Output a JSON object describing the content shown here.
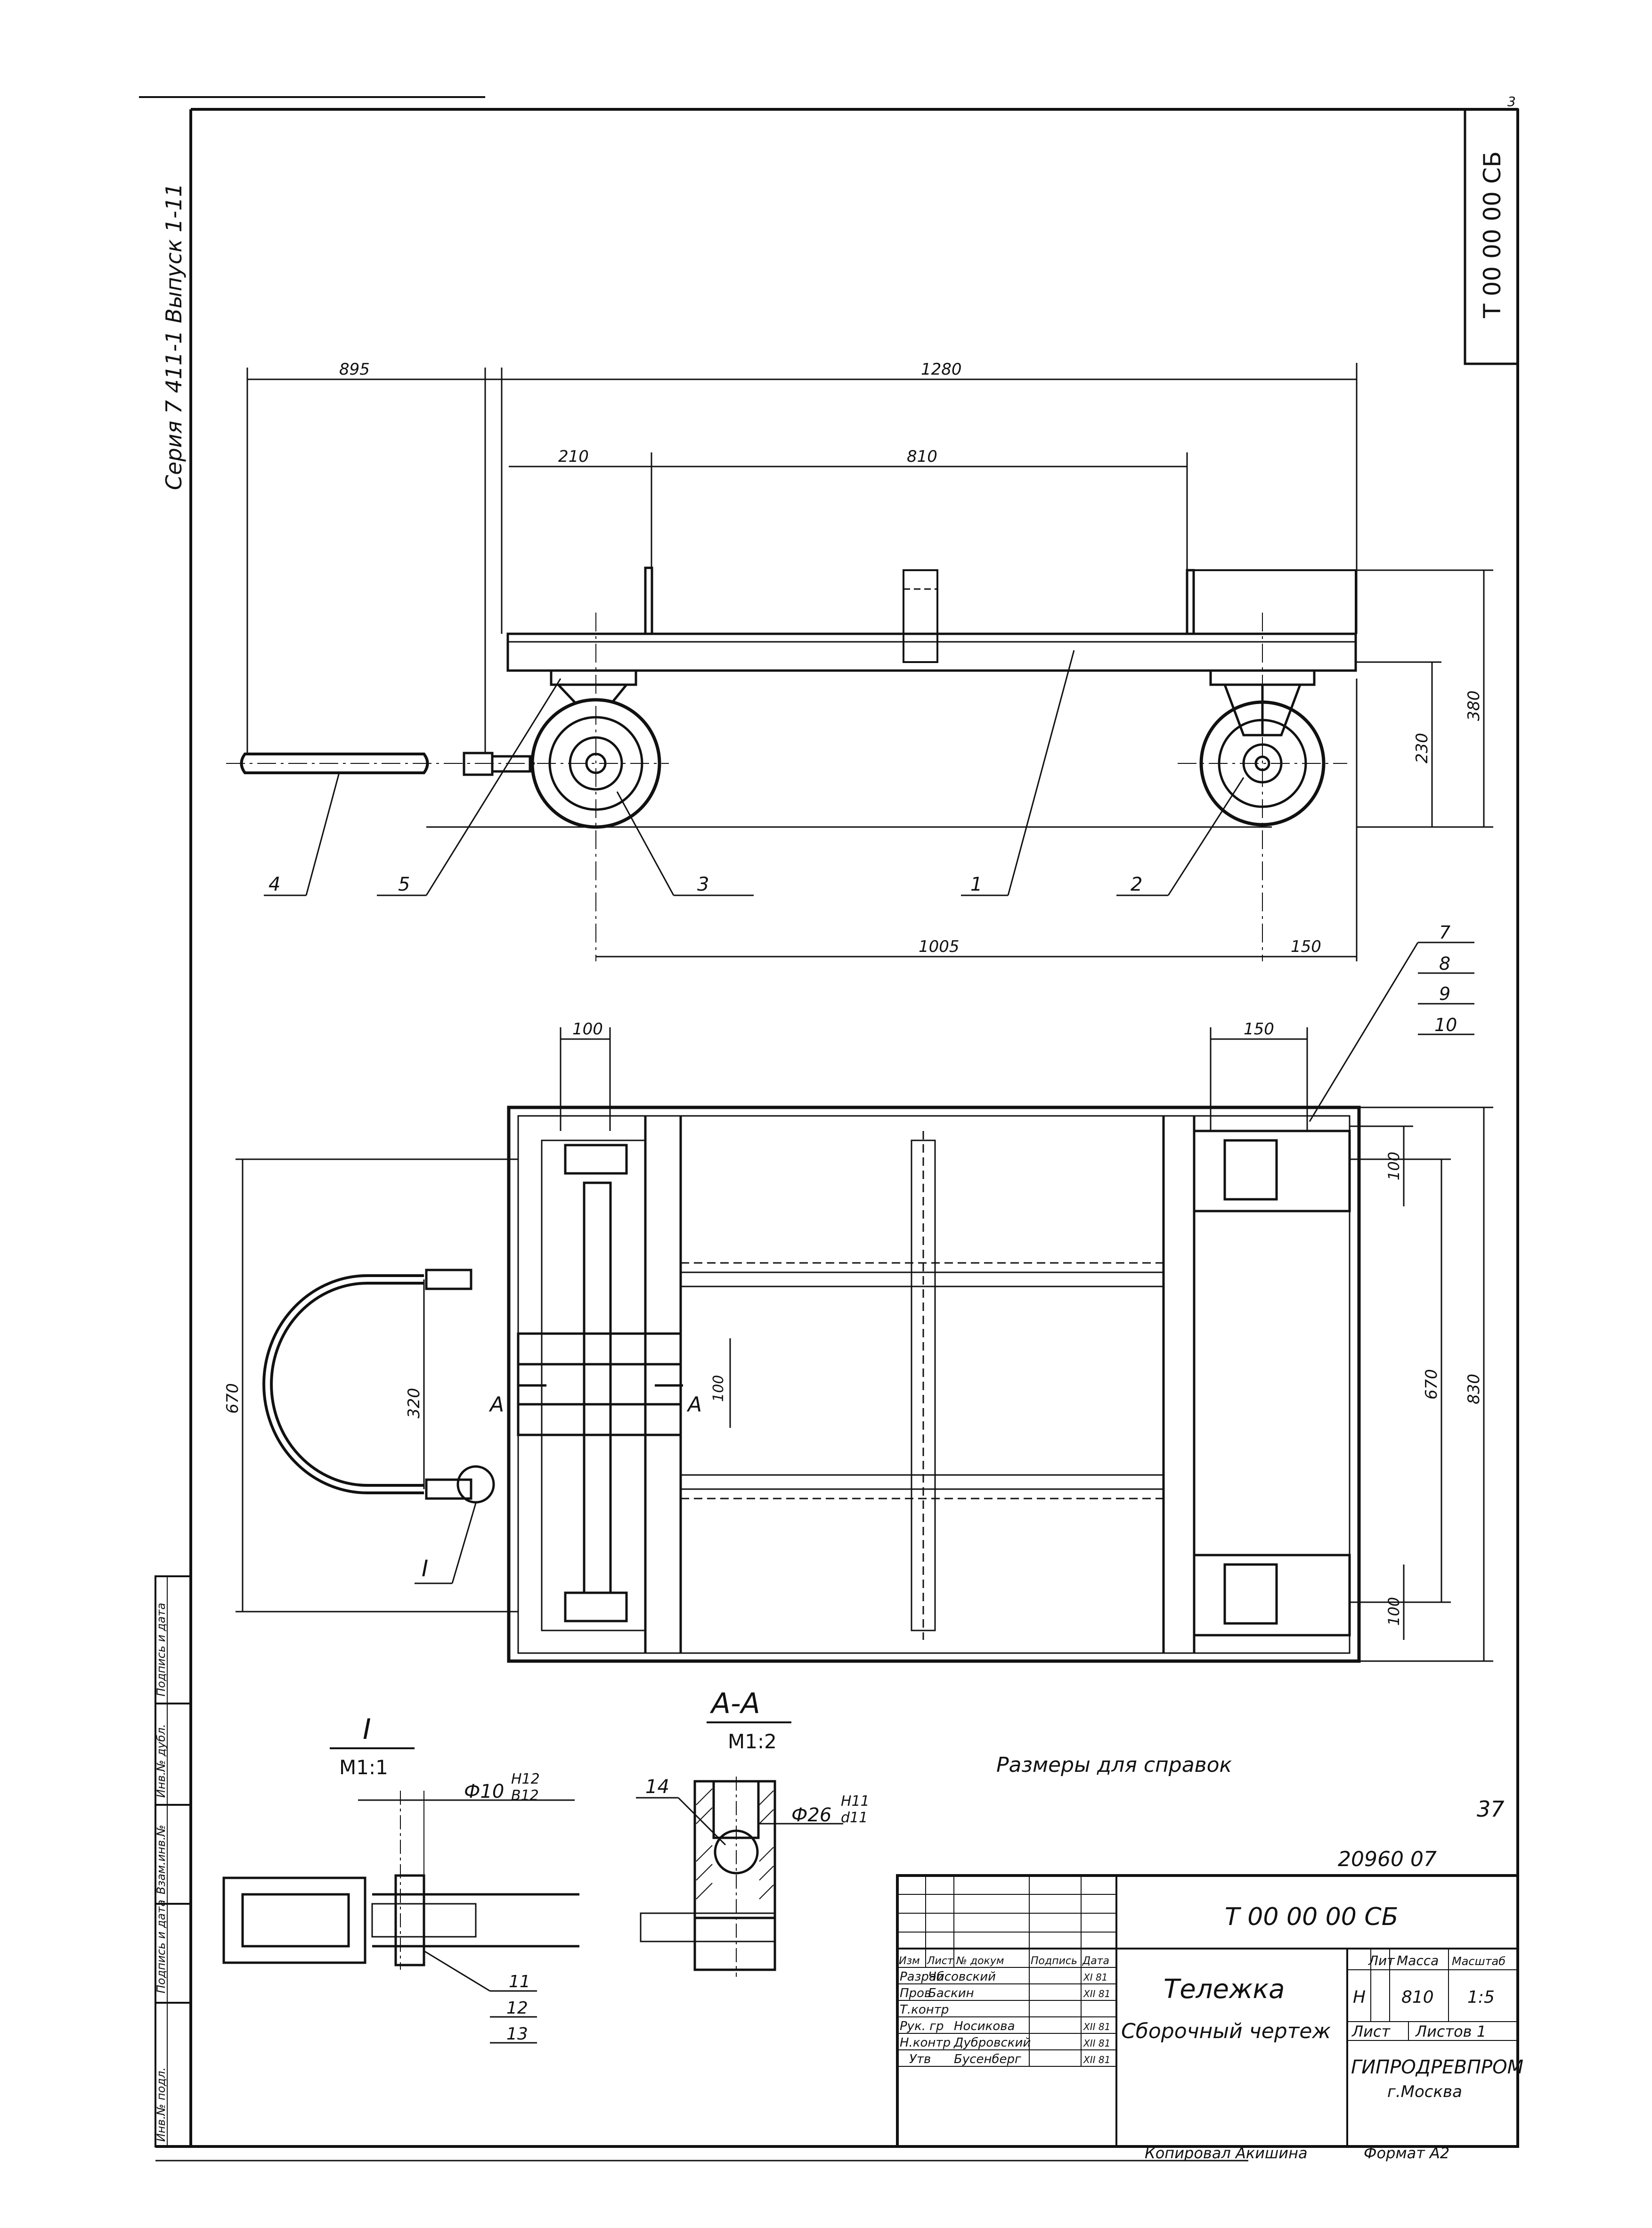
{
  "sheet_code_top": "Т 00 00 00 СБ",
  "page_num": "3",
  "series": "Серия 7 411-1  Выпуск 1-11",
  "dims": {
    "d895": "895",
    "d1280": "1280",
    "d210": "210",
    "d810": "810",
    "d380": "380",
    "d230": "230",
    "d1005": "1005",
    "d150a": "150",
    "d100a": "100",
    "d150b": "150",
    "d100b": "100",
    "d670l": "670",
    "d320": "320",
    "d100c": "100",
    "d670r": "670",
    "d830": "830",
    "d100d": "100"
  },
  "callouts": {
    "c1": "1",
    "c2": "2",
    "c3": "3",
    "c4": "4",
    "c5": "5",
    "c7": "7",
    "c8": "8",
    "c9": "9",
    "c10": "10",
    "c11": "11",
    "c12": "12",
    "c13": "13",
    "c14": "14",
    "cI": "I"
  },
  "section_marks": {
    "a_left": "А",
    "a_right": "А"
  },
  "detail": {
    "title": "I",
    "scale": "М1:1",
    "dia": "Ф10",
    "fit_top": "H12",
    "fit_bot": "B12"
  },
  "section": {
    "title": "А-А",
    "scale": "М1:2",
    "dia": "Ф26",
    "fit_top": "H11",
    "fit_bot": "d11"
  },
  "note": "Размеры для справок",
  "page_37": "37",
  "archive_no": "20960 07",
  "title_block": {
    "code": "Т 00 00 00 СБ",
    "name": "Тележка",
    "doc_type": "Сборочный чертеж",
    "hdr": {
      "izm": "Изм",
      "list": "Лист",
      "ndok": "№ докум",
      "podp": "Подпись",
      "data": "Дата"
    },
    "lit_hdr": "Лит",
    "mass_hdr": "Масса",
    "scale_hdr": "Масштаб",
    "lit_val": "Н",
    "mass_val": "810",
    "scale_val": "1:5",
    "list_label": "Лист",
    "lists_label": "Листов 1",
    "org": "ГИПРОДРЕВПРОМ",
    "city": "г.Москва",
    "roles": [
      {
        "role": "Разраб",
        "name": "Чисовский",
        "date": "XI 81"
      },
      {
        "role": "Пров",
        "name": "Баскин",
        "date": "XII 81"
      },
      {
        "role": "Т.контр",
        "name": "",
        "date": ""
      },
      {
        "role": "Рук. гр",
        "name": "Носикова",
        "date": "XII 81"
      },
      {
        "role": "Н.контр",
        "name": "Дубровский",
        "date": "XII 81"
      },
      {
        "role": "Утв",
        "name": "Бусенберг",
        "date": "XII 81"
      }
    ],
    "copied": "Копировал  Акишина",
    "format": "Формат А2"
  },
  "side_stamp": [
    "Инв.№ подл.",
    "Подпись и дата",
    "Взам.инв.№",
    "Инв.№ дубл.",
    "Подпись и дата"
  ]
}
